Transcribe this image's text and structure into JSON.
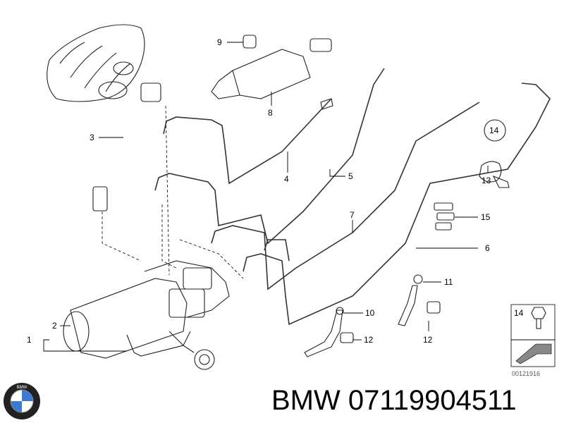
{
  "diagram": {
    "callouts": {
      "c1": "1",
      "c2": "2",
      "c3": "3",
      "c4": "4",
      "c5": "5",
      "c6": "6",
      "c7": "7",
      "c8": "8",
      "c9": "9",
      "c10": "10",
      "c11": "11",
      "c12a": "12",
      "c12b": "12",
      "c13": "13",
      "c14": "14",
      "c15": "15",
      "legend14": "14"
    },
    "diagram_code": "00121916"
  },
  "footer": {
    "logo_text": "BMW",
    "part_label": "BMW 07119904511"
  },
  "colors": {
    "line": "#222222",
    "background": "#ffffff"
  }
}
